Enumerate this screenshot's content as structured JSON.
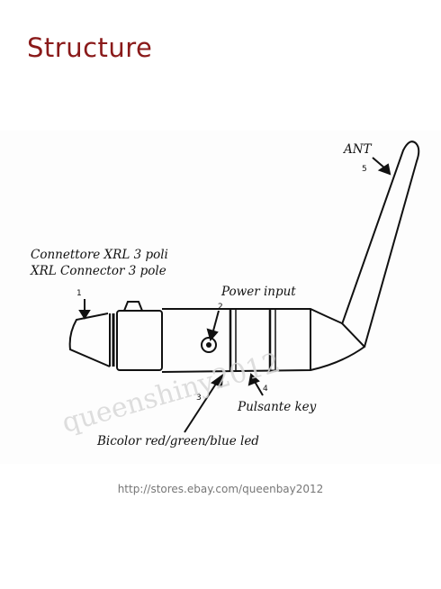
{
  "title": "Structure",
  "labels": {
    "ant": "ANT",
    "connector_it": "Connettore XRL 3 poli",
    "connector_en": "XRL Connector 3 pole",
    "power": "Power input",
    "key": "Pulsante key",
    "led": "Bicolor red/green/blue led"
  },
  "callouts": [
    "1",
    "2",
    "3",
    "4",
    "5"
  ],
  "watermark": "queenshiny2012",
  "url": "http://stores.ebay.com/queenbay2012"
}
